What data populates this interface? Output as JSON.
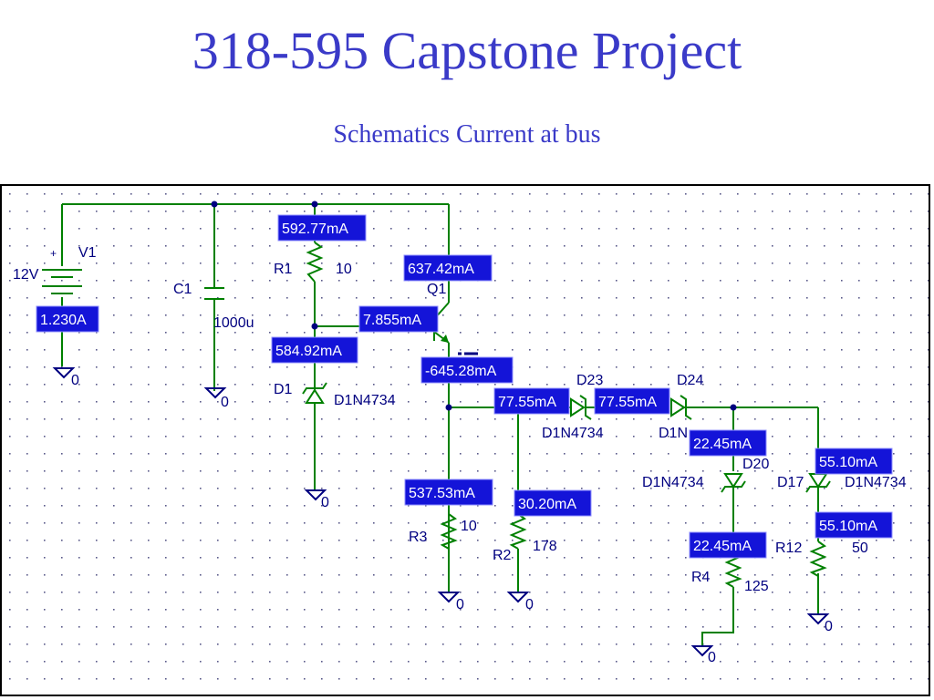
{
  "title": "318-595 Capstone Project",
  "subtitle": "Schematics Current at bus",
  "components": {
    "v1_name": "V1",
    "v1_value": "12V",
    "c1_name": "C1",
    "c1_value": "1000u",
    "r1_name": "R1",
    "r1_value": "10",
    "q1_name": "Q1",
    "d1_name": "D1",
    "d1_value": "D1N4734",
    "d23_name": "D23",
    "d23_value": "D1N4734",
    "d24_name": "D24",
    "d24_value": "D1N",
    "d20_name": "D20",
    "d20_value": "D1N4734",
    "d17_name": "D17",
    "d17_value": "D1N4734",
    "r3_name": "R3",
    "r3_value": "10",
    "r2_name": "R2",
    "r2_value": "178",
    "r4_name": "R4",
    "r4_value": "125",
    "r12_name": "R12",
    "r12_value": "50",
    "ground_label": "0"
  },
  "currents": {
    "v1": "1.230A",
    "r1": "592.77mA",
    "q1_collector": "637.42mA",
    "q1_base": "7.855mA",
    "d1": "584.92mA",
    "q1_emitter": "-645.28mA",
    "d23": "77.55mA",
    "d24": "77.55mA",
    "d20": "22.45mA",
    "d17": "55.10mA",
    "r3": "537.53mA",
    "r2": "30.20mA",
    "r4": "22.45mA",
    "r12": "55.10mA"
  }
}
